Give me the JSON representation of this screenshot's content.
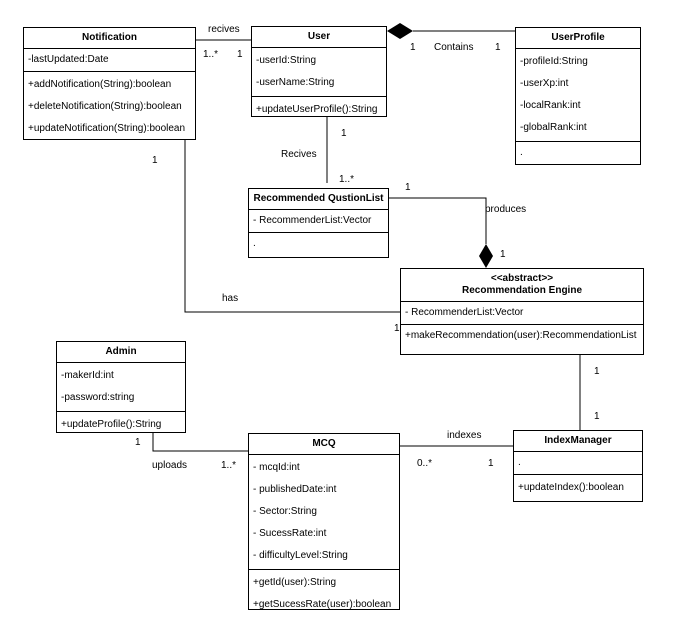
{
  "classes": {
    "notification": {
      "name": "Notification",
      "attributes": [
        "-lastUpdated:Date"
      ],
      "methods": [
        "+addNotification(String):boolean",
        "+deleteNotification(String):boolean",
        "+updateNotification(String):boolean"
      ]
    },
    "user": {
      "name": "User",
      "attributes": [
        "-userId:String",
        "-userName:String"
      ],
      "methods": [
        "+updateUserProfile():String"
      ]
    },
    "user_profile": {
      "name": "UserProfile",
      "attributes": [
        "-profileId:String",
        "-userXp:int",
        "-localRank:int",
        "-globalRank:int"
      ],
      "methods": [
        "."
      ]
    },
    "recommended_list": {
      "name": "Recommended QustionList",
      "attributes": [
        "- RecommenderList:Vector"
      ],
      "methods": [
        "."
      ]
    },
    "recommendation_engine": {
      "stereotype": "<<abstract>>",
      "name": "Recommendation Engine",
      "attributes": [
        "- RecommenderList:Vector"
      ],
      "methods": [
        "+makeRecommendation(user):RecommendationList"
      ]
    },
    "admin": {
      "name": "Admin",
      "attributes": [
        "-makerId:int",
        "-password:string"
      ],
      "methods": [
        "+updateProfile():String"
      ]
    },
    "mcq": {
      "name": "MCQ",
      "attributes": [
        "- mcqId:int",
        "- publishedDate:int",
        "- Sector:String",
        "- SucessRate:int",
        "- difficultyLevel:String"
      ],
      "methods": [
        "+getId(user):String",
        "+getSucessRate(user):boolean"
      ]
    },
    "index_manager": {
      "name": "IndexManager",
      "attributes": [
        "."
      ],
      "methods": [
        "+updateIndex():boolean"
      ]
    }
  },
  "relations": {
    "recives_top": {
      "label": "recives",
      "mult_a": "1..*",
      "mult_b": "1"
    },
    "contains": {
      "label": "Contains",
      "mult_a": "1",
      "mult_b": "1"
    },
    "recives_mid": {
      "label": "Recives",
      "mult_a": "1",
      "mult_b": "1..*"
    },
    "produces": {
      "label": "produces",
      "mult_a": "1",
      "mult_b": "1"
    },
    "has": {
      "label": "has",
      "mult_a": "1",
      "mult_b": "1"
    },
    "engine_index": {
      "mult_a": "1",
      "mult_b": "1"
    },
    "uploads": {
      "label": "uploads",
      "mult_a": "1",
      "mult_b": "1..*"
    },
    "indexes": {
      "label": "indexes",
      "mult_a": "0..*",
      "mult_b": "1"
    }
  }
}
